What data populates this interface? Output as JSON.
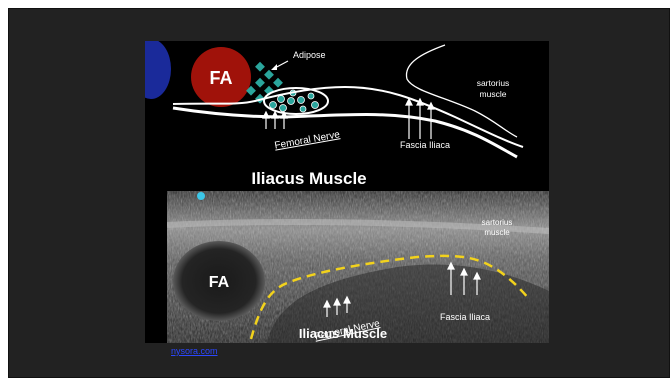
{
  "diagram": {
    "fa_label": "FA",
    "adipose_label": "Adipose",
    "sartorius_label": [
      "sartorius",
      "muscle"
    ],
    "femoral_nerve_label": "Femoral Nerve",
    "fascia_iliaca_label": "Fascia Iliaca",
    "iliacus_label": "Iliacus Muscle"
  },
  "ultrasound": {
    "fa_label": "FA",
    "sartorius_label": [
      "sartorius",
      "muscle"
    ],
    "femoral_nerve_label": "Femoral Nerve",
    "fascia_iliaca_label": "Fascia Iliaca",
    "iliacus_label": "Iliacus Muscle"
  },
  "colors": {
    "femoral_artery": "#a0120a",
    "femoral_vein": "#1a2a9a",
    "adipose": "#2aa59c",
    "fascia_dash": "#f2d21c",
    "probe_dot": "#3cc7e8"
  },
  "link": {
    "text": "nysora.com"
  }
}
